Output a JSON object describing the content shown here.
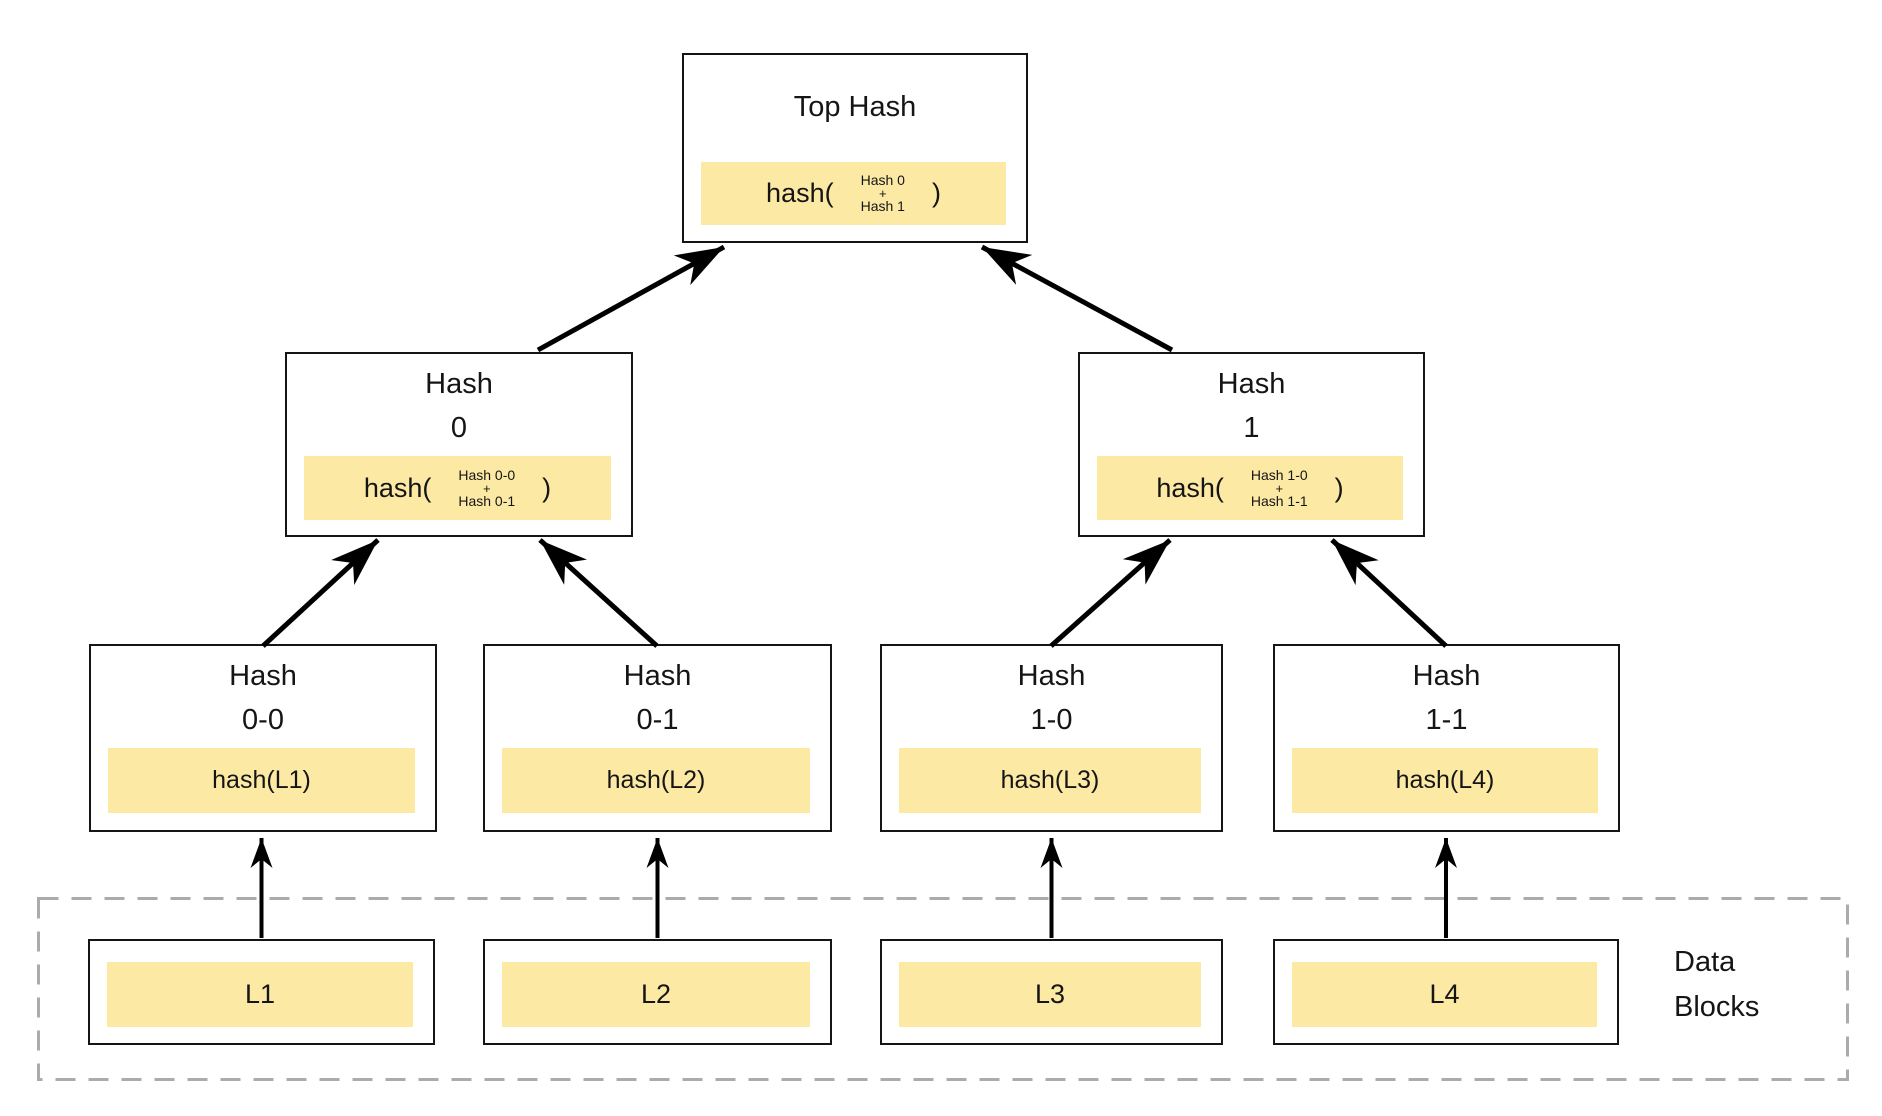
{
  "colors": {
    "background": "#ffffff",
    "node_fill": "#ffffff",
    "node_border": "#151515",
    "highlight_fill": "#fce9a4",
    "dashed_border": "#ababab",
    "arrow": "#000000"
  },
  "nodes": {
    "top_hash": {
      "title": "Top Hash",
      "fn_open": "hash(",
      "arg_top": "Hash 0",
      "arg_op": "+",
      "arg_bottom": "Hash 1",
      "fn_close": ")"
    },
    "hash_0": {
      "title_line1": "Hash",
      "title_line2": "0",
      "fn_open": "hash(",
      "arg_top": "Hash 0-0",
      "arg_op": "+",
      "arg_bottom": "Hash 0-1",
      "fn_close": ")"
    },
    "hash_1": {
      "title_line1": "Hash",
      "title_line2": "1",
      "fn_open": "hash(",
      "arg_top": "Hash 1-0",
      "arg_op": "+",
      "arg_bottom": "Hash 1-1",
      "fn_close": ")"
    },
    "hash_0_0": {
      "title_line1": "Hash",
      "title_line2": "0-0",
      "formula": "hash(L1)"
    },
    "hash_0_1": {
      "title_line1": "Hash",
      "title_line2": "0-1",
      "formula": "hash(L2)"
    },
    "hash_1_0": {
      "title_line1": "Hash",
      "title_line2": "1-0",
      "formula": "hash(L3)"
    },
    "hash_1_1": {
      "title_line1": "Hash",
      "title_line2": "1-1",
      "formula": "hash(L4)"
    },
    "l1": {
      "label": "L1"
    },
    "l2": {
      "label": "L2"
    },
    "l3": {
      "label": "L3"
    },
    "l4": {
      "label": "L4"
    }
  },
  "data_blocks": {
    "label_line1": "Data",
    "label_line2": "Blocks"
  }
}
